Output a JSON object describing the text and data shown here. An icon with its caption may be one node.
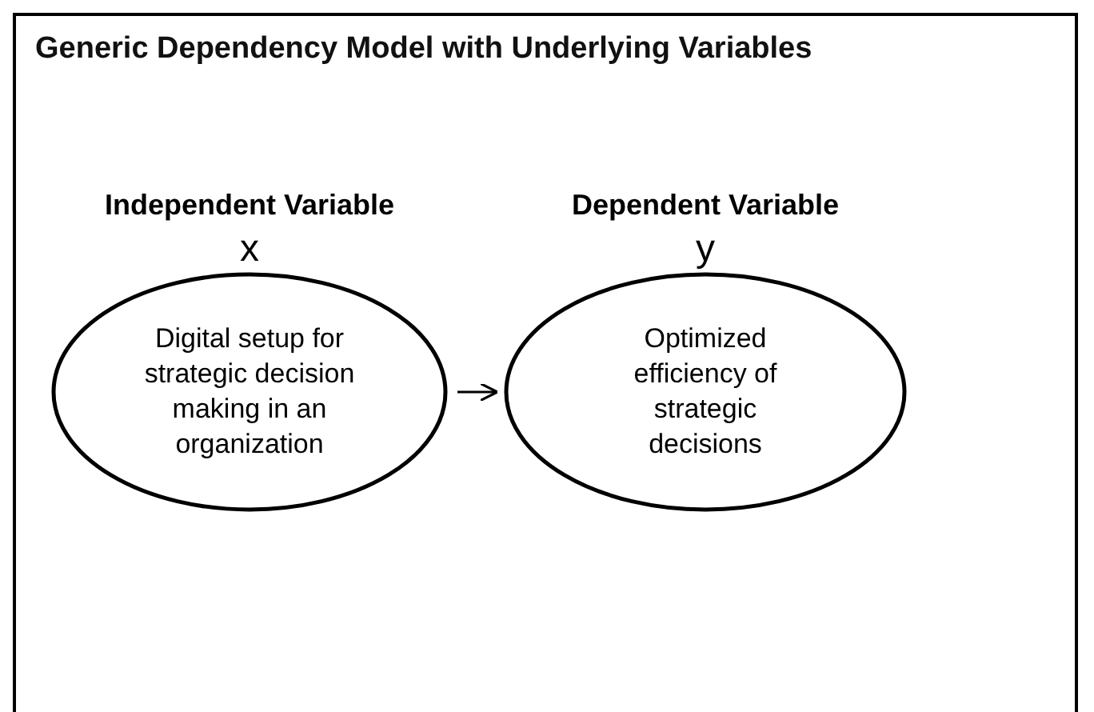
{
  "diagram": {
    "title": "Generic Dependency Model with Underlying Variables",
    "nodes": [
      {
        "text": [
          "Independent Variable",
          "x",
          "Digital setup for strategic decision making in an organization"
        ]
      },
      {
        "text": [
          "Dependent Variable",
          "y",
          "Optimized efficiency of strategic decisions"
        ]
      }
    ],
    "edges": [
      {
        "from": 0,
        "to": 1,
        "arrow": "to"
      }
    ]
  }
}
